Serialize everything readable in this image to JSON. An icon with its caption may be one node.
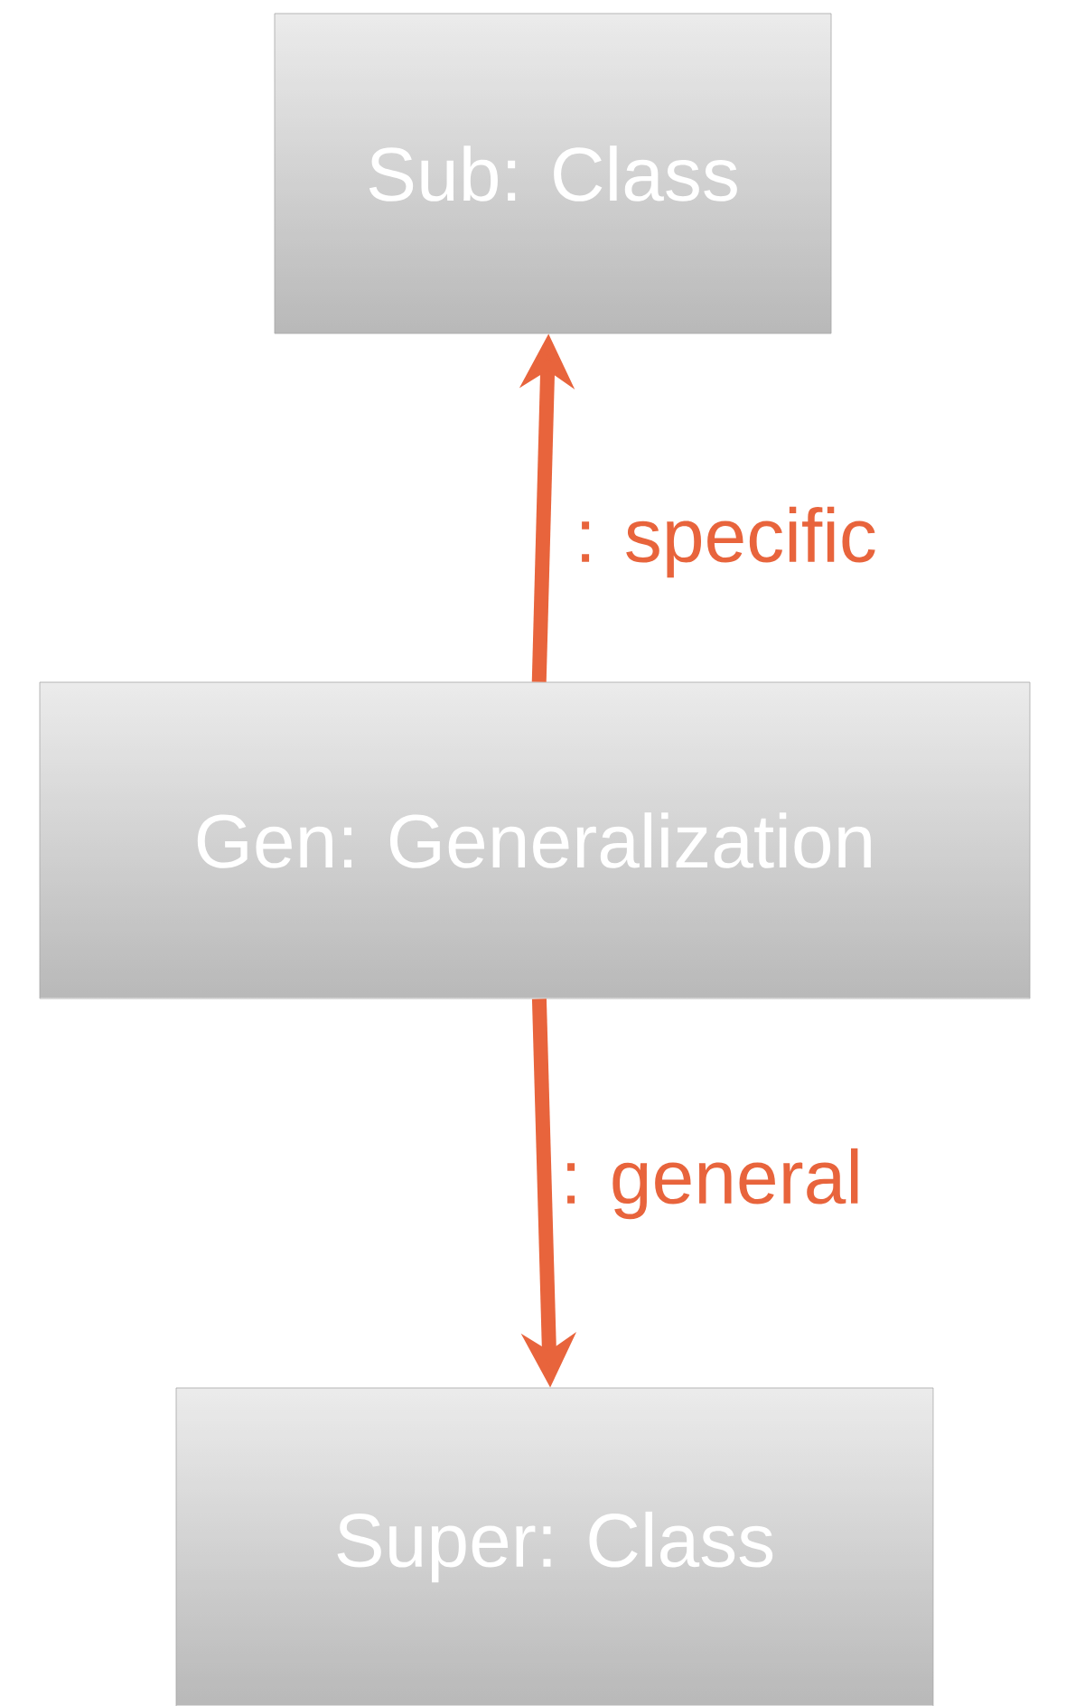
{
  "diagram": {
    "nodes": [
      {
        "text": [
          "Sub: Class"
        ]
      },
      {
        "text": [
          "Gen: Generalization"
        ]
      },
      {
        "text": [
          "Super: Class"
        ]
      }
    ],
    "edges": [
      {
        "from": 1,
        "to": 0,
        "arrow": "to",
        "label": ": specific"
      },
      {
        "from": 1,
        "to": 2,
        "arrow": "to",
        "label": ": general"
      }
    ]
  }
}
